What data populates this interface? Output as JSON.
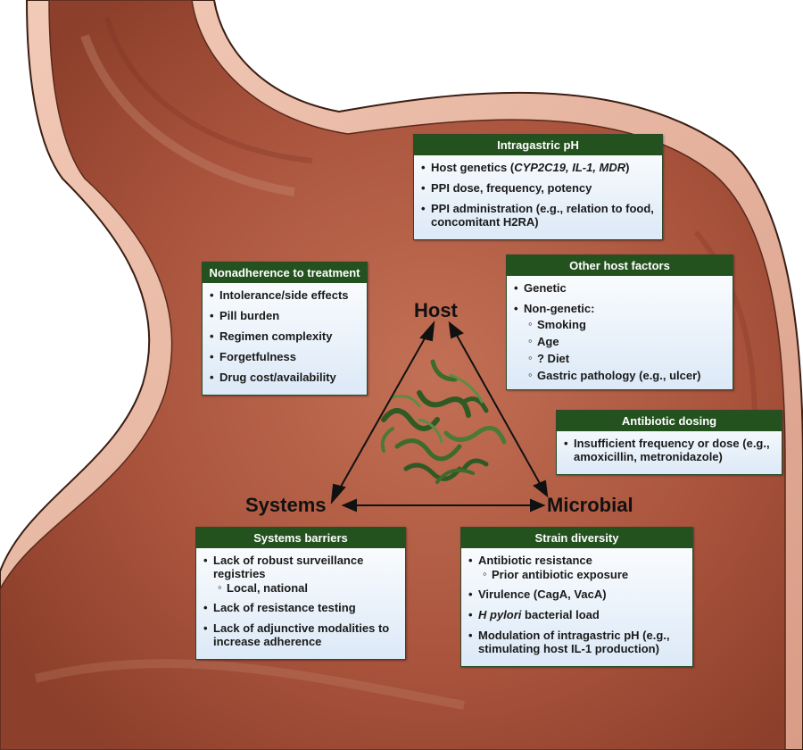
{
  "colors": {
    "title_bar": "#24521f",
    "box_bg_top": "#ffffff",
    "box_bg_bottom": "#dce9f7",
    "stomach": "#b05a43",
    "stomach_wall": "#e8b9a5"
  },
  "nodes": {
    "host": "Host",
    "systems": "Systems",
    "microbial": "Microbial"
  },
  "boxes": {
    "intragastric_ph": {
      "title": "Intragastric pH",
      "items": [
        {
          "prefix": "Host genetics (",
          "italic": "CYP2C19, IL-1, MDR",
          "suffix": ")"
        },
        {
          "text": "PPI dose, frequency, potency"
        },
        {
          "text": "PPI administration (e.g., relation to food, concomitant H2RA)"
        }
      ]
    },
    "other_host": {
      "title": "Other host factors",
      "items": [
        "Genetic",
        "Non-genetic:"
      ],
      "subitems": [
        "Smoking",
        "Age",
        "? Diet",
        "Gastric pathology (e.g., ulcer)"
      ]
    },
    "nonadherence": {
      "title": "Nonadherence to treatment",
      "items": [
        "Intolerance/side effects",
        "Pill burden",
        "Regimen complexity",
        "Forgetfulness",
        "Drug cost/availability"
      ]
    },
    "antibiotic_dosing": {
      "title": "Antibiotic dosing",
      "items": [
        "Insufficient frequency or dose (e.g., amoxicillin, metronidazole)"
      ]
    },
    "systems_barriers": {
      "title": "Systems barriers",
      "item1": "Lack of robust surveillance registries",
      "sub1": "Local, national",
      "item2": "Lack of resistance testing",
      "item3": "Lack of adjunctive modalities to increase adherence"
    },
    "strain_diversity": {
      "title": "Strain diversity",
      "item1": "Antibiotic resistance",
      "sub1": "Prior antibiotic exposure",
      "item2": "Virulence (CagA, VacA)",
      "item3_italic": "H pylori",
      "item3_rest": " bacterial load",
      "item4": "Modulation of intragastric pH (e.g., stimulating host IL-1 production)"
    }
  }
}
